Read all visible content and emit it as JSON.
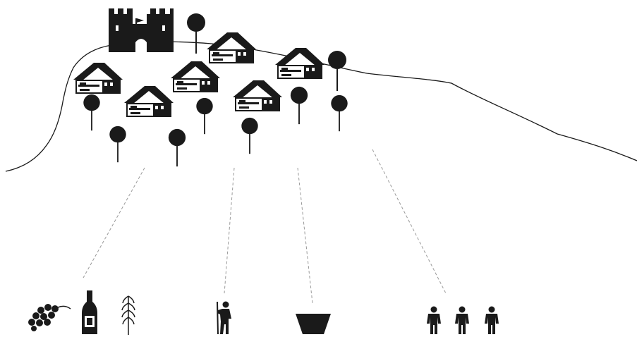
{
  "colors": {
    "ink": "#1a1a1a",
    "background": "#ffffff",
    "connector": "#9a9a9a"
  },
  "hilltop_village": {
    "castle": {
      "icon": "castle-icon"
    },
    "houses": [
      {
        "icon": "house-icon"
      },
      {
        "icon": "house-icon"
      },
      {
        "icon": "house-icon"
      },
      {
        "icon": "house-icon"
      },
      {
        "icon": "house-icon"
      },
      {
        "icon": "house-icon"
      }
    ],
    "trees": [
      {
        "icon": "tree-icon"
      },
      {
        "icon": "tree-icon"
      },
      {
        "icon": "tree-icon"
      },
      {
        "icon": "tree-icon"
      },
      {
        "icon": "tree-icon"
      },
      {
        "icon": "tree-icon"
      },
      {
        "icon": "tree-icon"
      },
      {
        "icon": "tree-icon"
      },
      {
        "icon": "tree-icon"
      },
      {
        "icon": "tree-icon"
      }
    ]
  },
  "resource_groups": [
    {
      "id": "agriculture",
      "icons": [
        "grapes-icon",
        "wine-bottle-icon",
        "wheat-icon"
      ]
    },
    {
      "id": "labor",
      "icons": [
        "worker-with-tool-icon"
      ]
    },
    {
      "id": "container",
      "icons": [
        "basket-icon"
      ]
    },
    {
      "id": "people",
      "icons": [
        "person-icon",
        "person-icon",
        "person-icon"
      ]
    }
  ]
}
